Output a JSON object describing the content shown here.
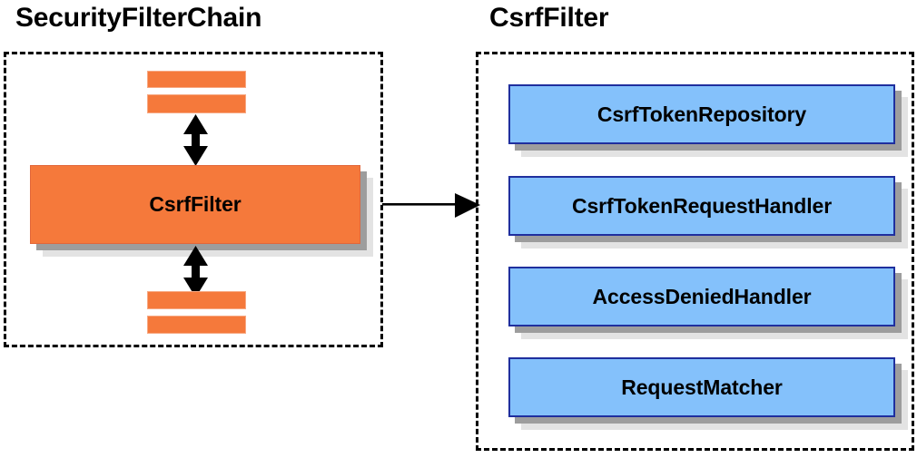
{
  "diagram": {
    "title_left": "SecurityFilterChain",
    "title_right": "CsrfFilter",
    "colors": {
      "orange_fill": "#F5793B",
      "orange_border": "#E2673A",
      "blue_fill": "#84C1FB",
      "blue_border": "#1F2F9E",
      "shadow_dark": "#9D9D9D",
      "shadow_light": "#E3E3E3",
      "outline": "#000000",
      "background": "#FFFFFF"
    },
    "left_panel": {
      "title": "SecurityFilterChain",
      "filters_above": [
        "",
        ""
      ],
      "main_node": "CsrfFilter",
      "filters_below": [
        "",
        ""
      ],
      "arrow_above_label": "",
      "arrow_below_label": ""
    },
    "right_panel": {
      "title": "CsrfFilter",
      "collaborators": [
        {
          "label": "CsrfTokenRepository"
        },
        {
          "label": "CsrfTokenRequestHandler"
        },
        {
          "label": "AccessDeniedHandler"
        },
        {
          "label": "RequestMatcher"
        }
      ]
    },
    "connector": {
      "from": "CsrfFilter",
      "to": "CsrfFilter collaborators",
      "style": "single-headed-arrow"
    }
  }
}
